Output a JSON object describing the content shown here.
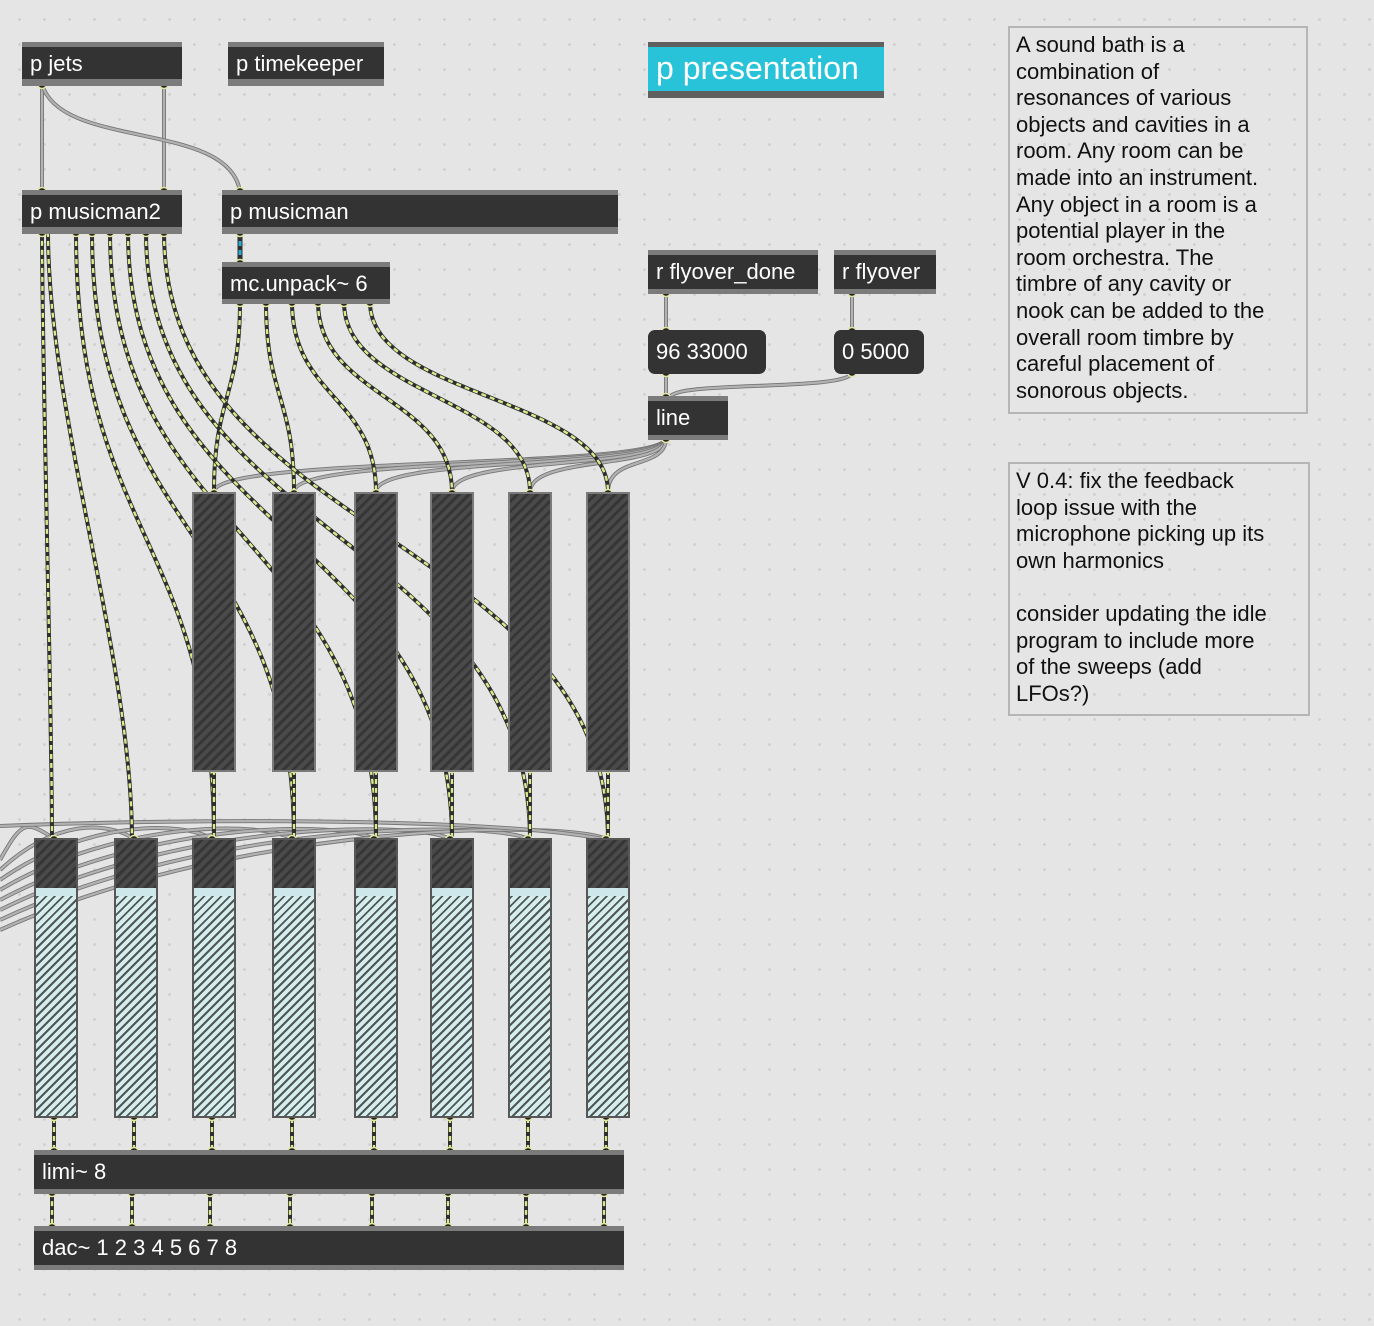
{
  "objects": {
    "jets": "p jets",
    "timekeeper": "p timekeeper",
    "presentation": "p presentation",
    "musicman2": "p musicman2",
    "musicman": "p musicman",
    "unpack": "mc.unpack~ 6",
    "flyover_done": "r flyover_done",
    "flyover": "r flyover",
    "line": "line",
    "limi": "limi~ 8",
    "dac": "dac~ 1 2 3 4 5 6 7 8"
  },
  "messages": {
    "fly_on": "96 33000",
    "fly_off": "0 5000"
  },
  "comments": {
    "sound_bath": [
      "A sound bath is a",
      "combination of",
      "resonances of various",
      "objects and cavities in a",
      "room. Any room can be",
      "made into an instrument.",
      "Any object in a room is a",
      "potential player in the",
      "room orchestra. The",
      "timbre of any cavity or",
      "nook can be added to the",
      "overall room timbre by",
      "careful placement of",
      "sonorous objects."
    ],
    "version_note": [
      "V 0.4:  fix the feedback",
      "loop issue with the",
      "microphone picking up its",
      "own harmonics",
      "",
      "consider updating the idle",
      "program to include more",
      "of the sweeps (add",
      "LFOs?)"
    ]
  },
  "colors": {
    "background": "#e5e5e5",
    "object_fill": "#333333",
    "presentation_accent": "#28c3d9",
    "signal_cord": "#d6ec8c",
    "multichannel_cord": "#2aa9d6",
    "message_cord": "#9a9a9a"
  }
}
